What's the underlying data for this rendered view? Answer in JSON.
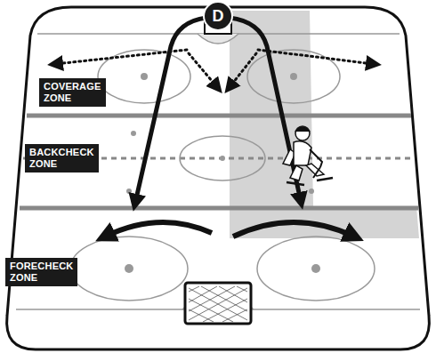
{
  "diagram": {
    "nodes": [
      {
        "text": [
          "D"
        ]
      },
      {
        "text": [
          "COVERAGE ZONE"
        ]
      },
      {
        "text": [
          "BACKCHECK ZONE"
        ]
      },
      {
        "text": [
          "FORECHECK ZONE"
        ]
      }
    ]
  }
}
